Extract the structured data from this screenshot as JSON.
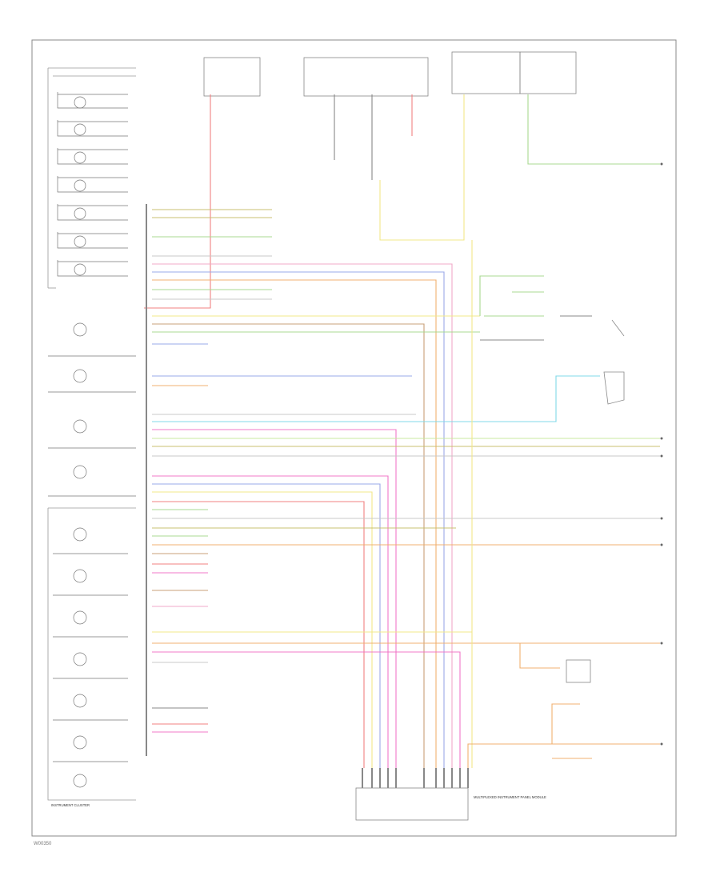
{
  "footer": {
    "code": "W00350"
  },
  "wire_colors": {
    "red": "#f08080",
    "yellow": "#f2e88a",
    "green": "#a8d890",
    "olive": "#c8c070",
    "blue": "#9aa8e8",
    "pink": "#f0a8c8",
    "gray": "#c8c8c8",
    "orange": "#f0b070",
    "cyan": "#80d8e8",
    "violet": "#c898e8",
    "magenta": "#f078c8",
    "brown": "#c8a078",
    "lightgreen": "#c8e8a0",
    "black": "#555555"
  },
  "components": {
    "instrument_cluster": "INSTRUMENT CLUSTER",
    "multiplexed_module": "MULTIPLEXED INSTRUMENT PANEL MODULE"
  }
}
